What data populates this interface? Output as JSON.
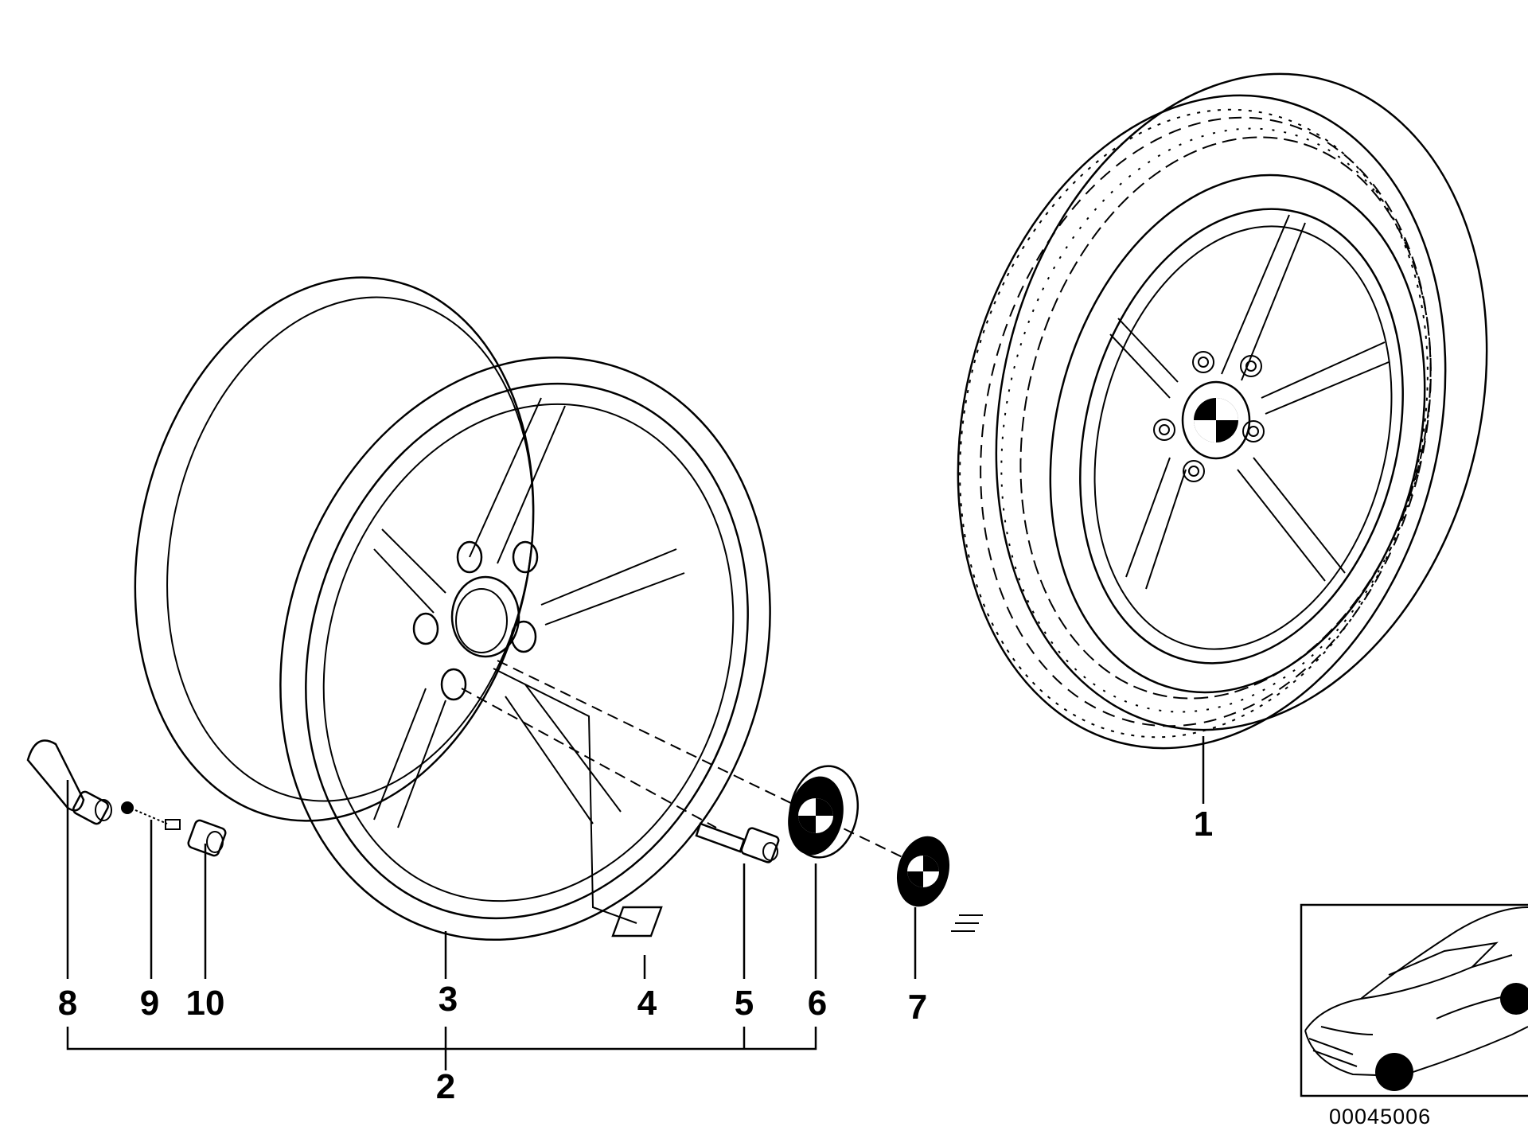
{
  "diagram": {
    "type": "exploded parts diagram",
    "document_number": "00045006",
    "callouts": [
      {
        "id": "1",
        "label": "1"
      },
      {
        "id": "2",
        "label": "2"
      },
      {
        "id": "3",
        "label": "3"
      },
      {
        "id": "4",
        "label": "4"
      },
      {
        "id": "5",
        "label": "5"
      },
      {
        "id": "6",
        "label": "6"
      },
      {
        "id": "7",
        "label": "7"
      },
      {
        "id": "8",
        "label": "8"
      },
      {
        "id": "9",
        "label": "9"
      },
      {
        "id": "10",
        "label": "10"
      }
    ],
    "icons": [
      "complete-wheel-icon",
      "rim-icon",
      "valve-icon",
      "valve-core-icon",
      "valve-cap-icon",
      "m-badge-icon",
      "wheel-bolt-icon",
      "hub-cap-icon",
      "emblem-icon",
      "car-locator-icon"
    ]
  }
}
